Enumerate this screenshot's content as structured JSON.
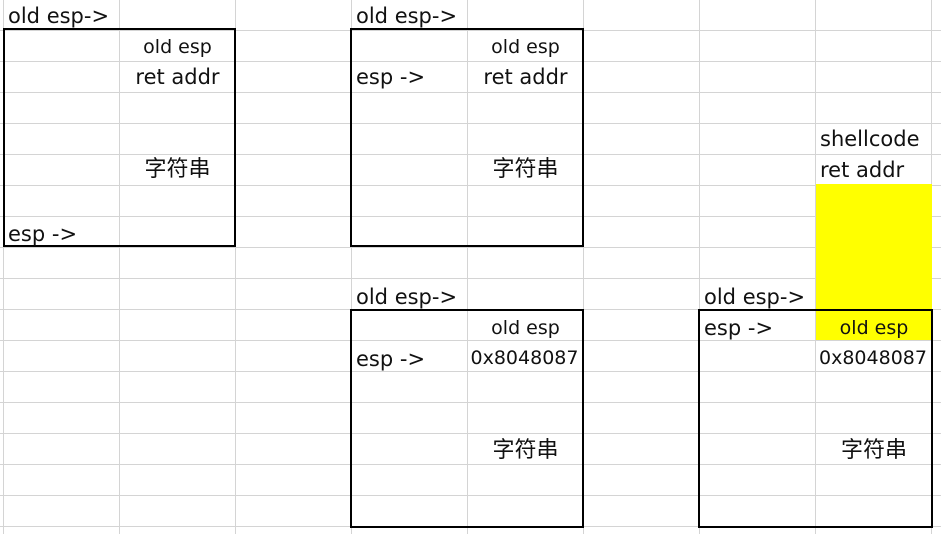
{
  "colors": {
    "gridline": "#d4d4d4",
    "highlight": "#ffff00",
    "border": "#000000"
  },
  "diagram1": {
    "old_esp_arrow": "old esp->",
    "old_esp": "old esp",
    "ret_addr": "ret addr",
    "string": "字符串",
    "esp_arrow": "esp ->"
  },
  "diagram2": {
    "old_esp_arrow": "old esp->",
    "old_esp": "old esp",
    "ret_addr": "ret addr",
    "string": "字符串",
    "esp_arrow": "esp ->"
  },
  "diagram3": {
    "old_esp_arrow": "old esp->",
    "old_esp": "old esp",
    "ret_addr": "0x8048087",
    "string": "字符串",
    "esp_arrow": "esp ->"
  },
  "diagram4": {
    "shellcode": "shellcode",
    "ret_addr_label": "ret addr",
    "old_esp_arrow": "old esp->",
    "old_esp": "old esp",
    "ret_addr": "0x8048087",
    "string": "字符串",
    "esp_arrow": "esp ->"
  }
}
